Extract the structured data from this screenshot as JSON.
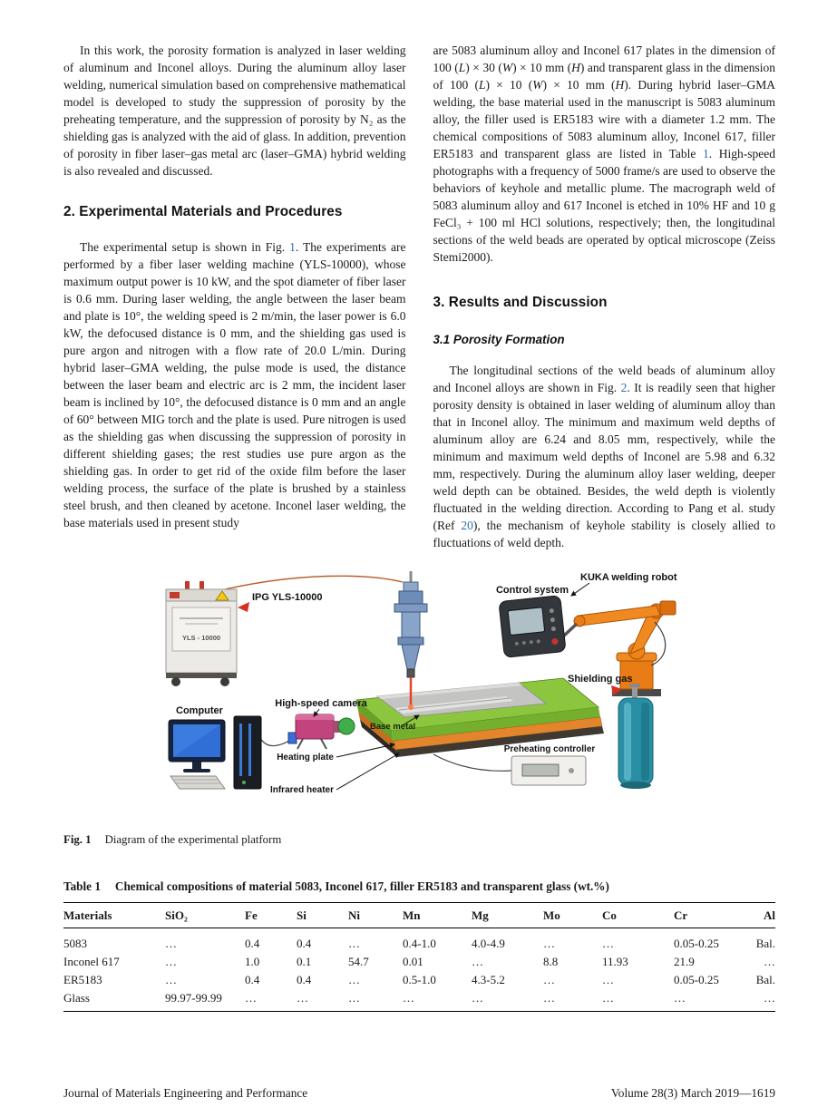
{
  "left_column": {
    "para1": [
      {
        "t": "In this work, the porosity formation is analyzed in laser welding of aluminum and Inconel alloys. During the aluminum alloy laser welding, numerical simulation based on comprehensive mathematical model is developed to study the suppression of porosity by the preheating temperature, and the suppression of porosity by N₂ as the shielding gas is analyzed with the aid of glass. In addition, prevention of porosity in fiber laser–gas metal arc (laser–GMA) hybrid welding is also revealed and discussed."
      }
    ],
    "heading": "2. Experimental Materials and Procedures",
    "para2": [
      {
        "t": "The experimental setup is shown in Fig. "
      },
      {
        "t": "1",
        "c": "lnk"
      },
      {
        "t": ". The experiments are performed by a fiber laser welding machine (YLS-10000), whose maximum output power is 10 kW, and the spot diameter of fiber laser is 0.6 mm. During laser welding, the angle between the laser beam and plate is 10°, the welding speed is 2 m/min, the laser power is 6.0 kW, the defocused distance is 0 mm, and the shielding gas used is pure argon and nitrogen with a flow rate of 20.0 L/min. During hybrid laser–GMA welding, the pulse mode is used, the distance between the laser beam and electric arc is 2 mm, the incident laser beam is inclined by 10°, the defocused distance is 0 mm and an angle of 60° between MIG torch and the plate is used. Pure nitrogen is used as the shielding gas when discussing the suppression of porosity in different shielding gases; the rest studies use pure argon as the shielding gas. In order to get rid of the oxide film before the laser welding process, the surface of the plate is brushed by a stainless steel brush, and then cleaned by acetone. Inconel laser welding, the base materials used in present study"
      }
    ]
  },
  "right_column": {
    "para1": [
      {
        "t": "are 5083 aluminum alloy and Inconel 617 plates in the dimension of 100 ("
      },
      {
        "t": "L",
        "c": "it"
      },
      {
        "t": ") × 30 ("
      },
      {
        "t": "W",
        "c": "it"
      },
      {
        "t": ") × 10 mm ("
      },
      {
        "t": "H",
        "c": "it"
      },
      {
        "t": ") and transparent glass in the dimension of 100 ("
      },
      {
        "t": "L",
        "c": "it"
      },
      {
        "t": ") × 10 ("
      },
      {
        "t": "W",
        "c": "it"
      },
      {
        "t": ") × 10 mm ("
      },
      {
        "t": "H",
        "c": "it"
      },
      {
        "t": "). During hybrid laser–GMA welding, the base material used in the manuscript is 5083 aluminum alloy, the filler used is ER5183 wire with a diameter 1.2 mm. The chemical compositions of 5083 aluminum alloy, Inconel 617, filler ER5183 and transparent glass are listed in Table "
      },
      {
        "t": "1",
        "c": "lnk"
      },
      {
        "t": ". High-speed photographs with a frequency of 5000 frame/s are used to observe the behaviors of keyhole and metallic plume. The macrograph weld of 5083 aluminum alloy and 617 Inconel is etched in 10% HF and 10 g FeCl₃ + 100 ml HCl solutions, respectively; then, the longitudinal sections of the weld beads are operated by optical microscope (Zeiss Stemi2000)."
      }
    ],
    "heading": "3. Results and Discussion",
    "subheading": "3.1 Porosity Formation",
    "para2": [
      {
        "t": "The longitudinal sections of the weld beads of aluminum alloy and Inconel alloys are shown in Fig. "
      },
      {
        "t": "2",
        "c": "lnk"
      },
      {
        "t": ". It is readily seen that higher porosity density is obtained in laser welding of aluminum alloy than that in Inconel alloy. The minimum and maximum weld depths of aluminum alloy are 6.24 and 8.05 mm, respectively, while the minimum and maximum weld depths of Inconel are 5.98 and 6.32 mm, respectively. During the aluminum alloy laser welding, deeper weld depth can be obtained. Besides, the weld depth is violently fluctuated in the welding direction. According to Pang et al. study (Ref "
      },
      {
        "t": "20",
        "c": "lnk"
      },
      {
        "t": "), the mechanism of keyhole stability is closely allied to fluctuations of weld depth."
      }
    ]
  },
  "figure": {
    "caption_label": "Fig. 1",
    "caption_text": "Diagram of the experimental platform",
    "labels": {
      "machine": "IPG YLS-10000",
      "machine_panel": "YLS - 10000",
      "control_system": "Control system",
      "robot": "KUKA welding robot",
      "camera": "High-speed camera",
      "computer": "Computer",
      "base_metal": "Base metal",
      "heating_plate": "Heating plate",
      "infrared_heater": "Infrared heater",
      "preheating_controller": "Preheating controller",
      "shielding_gas": "Shielding gas"
    }
  },
  "table": {
    "caption_label": "Table 1",
    "caption_text": "Chemical compositions of material 5083, Inconel 617, filler ER5183 and transparent glass (wt.%)",
    "headers": [
      "Materials",
      "SiO₂",
      "Fe",
      "Si",
      "Ni",
      "Mn",
      "Mg",
      "Mo",
      "Co",
      "Cr",
      "Al"
    ],
    "rows": [
      [
        "5083",
        "…",
        "0.4",
        "0.4",
        "…",
        "0.4-1.0",
        "4.0-4.9",
        "…",
        "…",
        "0.05-0.25",
        "Bal."
      ],
      [
        "Inconel 617",
        "…",
        "1.0",
        "0.1",
        "54.7",
        "0.01",
        "…",
        "8.8",
        "11.93",
        "21.9",
        "…"
      ],
      [
        "ER5183",
        "…",
        "0.4",
        "0.4",
        "…",
        "0.5-1.0",
        "4.3-5.2",
        "…",
        "…",
        "0.05-0.25",
        "Bal."
      ],
      [
        "Glass",
        "99.97-99.99",
        "…",
        "…",
        "…",
        "…",
        "…",
        "…",
        "…",
        "…",
        "…"
      ]
    ]
  },
  "footer": {
    "left": "Journal of Materials Engineering and Performance",
    "right": "Volume 28(3) March 2019—1619"
  },
  "colors": {
    "link": "#2e6db4",
    "accent_red": "#d82f1e"
  }
}
